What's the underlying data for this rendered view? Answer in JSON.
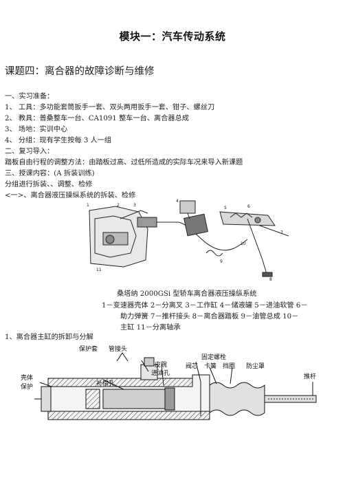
{
  "title": "模块一：汽车传动系统",
  "subtitle": "课题四：离合器的故障诊断与维修",
  "lines": [
    "一、实习准备：",
    "1、  工具：多功能套筒扳手一套、双头两用扳手一套、钳子、螺丝刀",
    "2、  教具：普桑整车一台、CA1091 整车一台、离合器总成",
    "3、  场地：实训中心",
    "4、  分组：现有学生按每 3 人一组",
    "二、复习导入：",
    "踏板自由行程的调整方法：由踏板过高、过低所造成的实际车况来导入新课题",
    "三、授课内容：(A 拆装训练)",
    "分组进行拆装、、调整、检修",
    "<一>、离合器液压操纵系统的拆装、检修"
  ],
  "figure1": {
    "caption": "桑塔纳 2000GSi 型轿车离合器液压操纵系统",
    "legend_1": "1－变速器壳体    2－分离叉    3－工作缸    4－储液罐    5－进油软管    6－",
    "legend_2": "助力弹簧    7－推杆接头    8－离合器踏板    9－油管总成    10－",
    "legend_3": "主缸    11－分离轴承",
    "callouts": [
      "1",
      "2",
      "3",
      "4",
      "5",
      "6",
      "7",
      "8",
      "9",
      "10",
      "11"
    ]
  },
  "section_heading": "1、离合器主缸的拆卸与分解",
  "figure2": {
    "labels": {
      "boot": "保护套",
      "pipe_joint": "管接头",
      "cup": "皮碗",
      "inlet": "进油孔",
      "fixing_bolt": "固定螺栓",
      "valve_core": "阀芯",
      "circlip": "卡簧",
      "retainer": "挡圈",
      "dust_boot": "防尘罩",
      "push_rod": "推杆",
      "housing": "壳体",
      "protect": "保护",
      "comp_hole": "补偿孔"
    }
  }
}
